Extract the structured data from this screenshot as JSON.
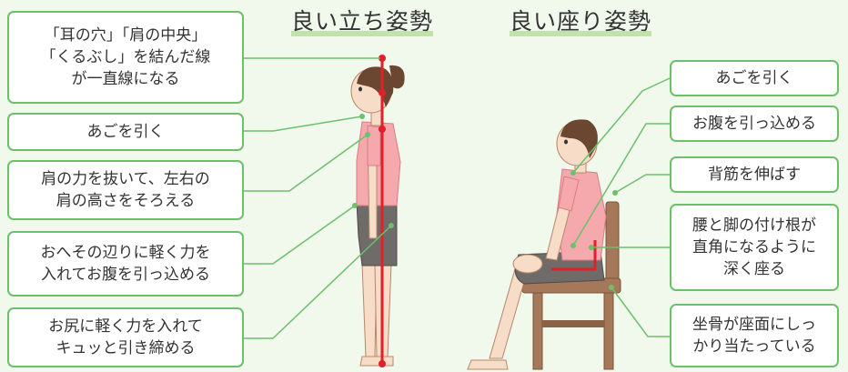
{
  "titles": {
    "standing": "良い立ち姿勢",
    "sitting": "良い座り姿勢"
  },
  "standing_labels": {
    "alignment": "「耳の穴」「肩の中央」\n「くるぶし」を結んだ線\nが一直線になる",
    "chin": "あごを引く",
    "shoulders": "肩の力を抜いて、左右の\n肩の高さをそろえる",
    "belly": "おへその辺りに軽く力を\n入れてお腹を引っ込める",
    "buttocks": "お尻に軽く力を入れて\nキュッと引き締める"
  },
  "sitting_labels": {
    "chin": "あごを引く",
    "belly": "お腹を引っ込める",
    "spine": "背筋を伸ばす",
    "hip_angle": "腰と脚の付け根が\n直角になるように\n深く座る",
    "sitbones": "坐骨が座面にしっ\nかり当たっている"
  },
  "colors": {
    "accent_green": "#6cc06a",
    "guide_red": "#e0202a",
    "title_underline": "#bfe3a8",
    "background": "#f1f8ec"
  }
}
